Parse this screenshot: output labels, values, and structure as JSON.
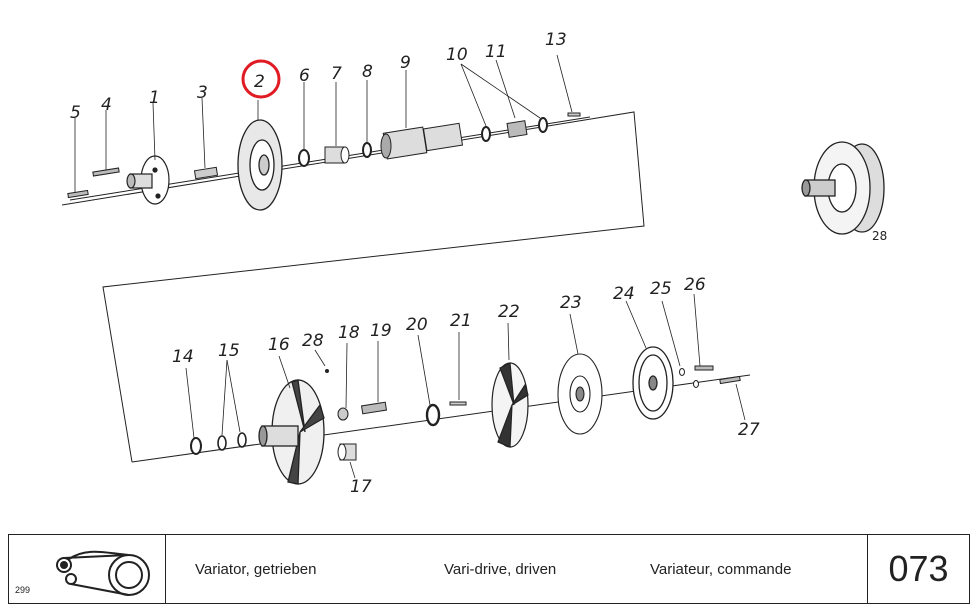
{
  "callouts": {
    "c1": "1",
    "c2": "2",
    "c3": "3",
    "c4": "4",
    "c5": "5",
    "c6": "6",
    "c7": "7",
    "c8": "8",
    "c9": "9",
    "c10": "10",
    "c11": "11",
    "c13": "13",
    "c14": "14",
    "c15": "15",
    "c16": "16",
    "c17": "17",
    "c18": "18",
    "c19": "19",
    "c20": "20",
    "c21": "21",
    "c22": "22",
    "c23": "23",
    "c24": "24",
    "c25": "25",
    "c26": "26",
    "c27": "27",
    "c28a": "28",
    "c28b": "28"
  },
  "highlight": {
    "part": "2",
    "color": "#e01b24"
  },
  "footer": {
    "thumb_number": "299",
    "title_de": "Variator, getrieben",
    "title_en": "Vari-drive, driven",
    "title_fr": "Variateur, commande",
    "page_number": "073"
  }
}
